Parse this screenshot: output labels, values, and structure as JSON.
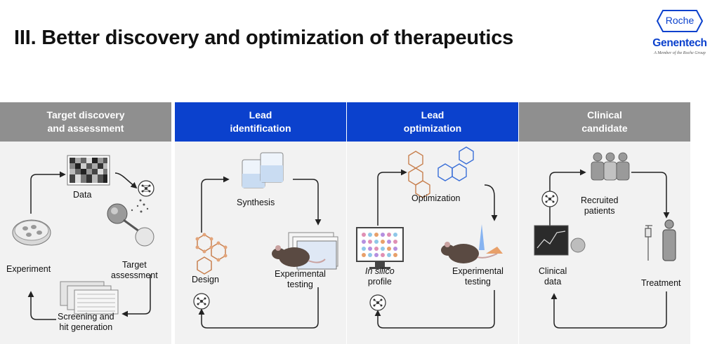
{
  "title": "III. Better discovery and optimization of therapeutics",
  "logo": {
    "roche": "Roche",
    "genentech": "Genentech",
    "tagline": "A Member of the Roche Group"
  },
  "colors": {
    "blue": "#0b41cd",
    "gray_header": "#8f8f8f",
    "panel_bg": "#f2f2f2"
  },
  "panels": [
    {
      "header": [
        "Target discovery",
        "and assessment"
      ],
      "labels": {
        "data": "Data",
        "target": [
          "Target",
          "assessment"
        ],
        "screening": [
          "Screening and",
          "hit generation"
        ],
        "experiment": "Experiment"
      }
    },
    {
      "header": [
        "Lead",
        "identification"
      ],
      "labels": {
        "synthesis": "Synthesis",
        "testing": [
          "Experimental",
          "testing"
        ],
        "design": "Design"
      }
    },
    {
      "header": [
        "Lead",
        "optimization"
      ],
      "labels": {
        "optimization": "Optimization",
        "testing": [
          "Experimental",
          "testing"
        ],
        "insilico": "In silico",
        "profile": "profile"
      }
    },
    {
      "header": [
        "Clinical",
        "candidate"
      ],
      "labels": {
        "patients": [
          "Recruited",
          "patients"
        ],
        "clinical": [
          "Clinical",
          "data"
        ],
        "treatment": "Treatment"
      }
    }
  ]
}
